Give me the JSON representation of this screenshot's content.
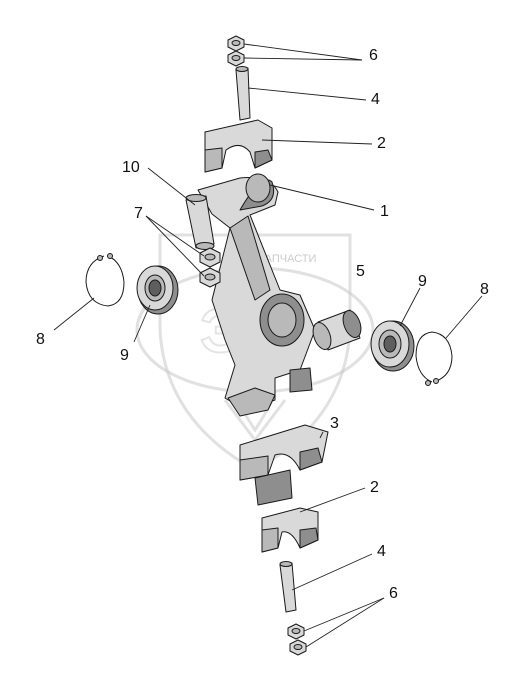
{
  "diagram": {
    "callouts": [
      {
        "id": "c6-top",
        "label": "6"
      },
      {
        "id": "c4-top",
        "label": "4"
      },
      {
        "id": "c2-top",
        "label": "2"
      },
      {
        "id": "c10",
        "label": "10"
      },
      {
        "id": "c1",
        "label": "1"
      },
      {
        "id": "c7",
        "label": "7"
      },
      {
        "id": "c5",
        "label": "5"
      },
      {
        "id": "c9-right",
        "label": "9"
      },
      {
        "id": "c8-right",
        "label": "8"
      },
      {
        "id": "c8-left",
        "label": "8"
      },
      {
        "id": "c9-left",
        "label": "9"
      },
      {
        "id": "c3",
        "label": "3"
      },
      {
        "id": "c2-bottom",
        "label": "2"
      },
      {
        "id": "c4-bottom",
        "label": "4"
      },
      {
        "id": "c6-bottom",
        "label": "6"
      }
    ],
    "watermark": {
      "text": "ЗАПЧАСТИ",
      "logo_letters": "ЭФ"
    }
  }
}
